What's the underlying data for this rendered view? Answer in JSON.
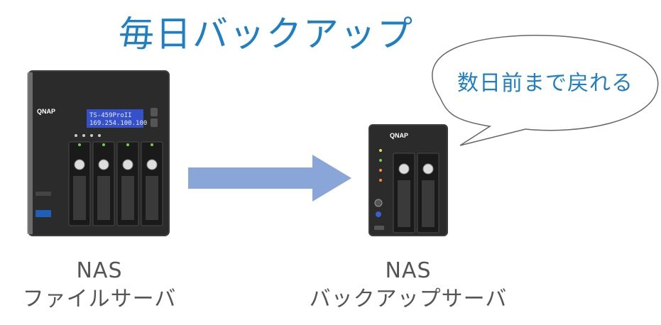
{
  "title": "毎日バックアップ",
  "bubble": {
    "text": "数日前まで戻れる"
  },
  "left_device": {
    "line1": "NAS",
    "line2": "ファイルサーバ",
    "brand": "QNAP",
    "lcd_line1": "TS-459ProII",
    "lcd_line2": "169.254.100.100"
  },
  "right_device": {
    "line1": "NAS",
    "line2": "バックアップサーバ",
    "brand": "QNAP"
  },
  "colors": {
    "title": "#1e7fc4",
    "bubble_text": "#1e7fc4",
    "arrow": "#8aa6d8",
    "caption": "#555555",
    "device_body": "#2a2a2a"
  }
}
